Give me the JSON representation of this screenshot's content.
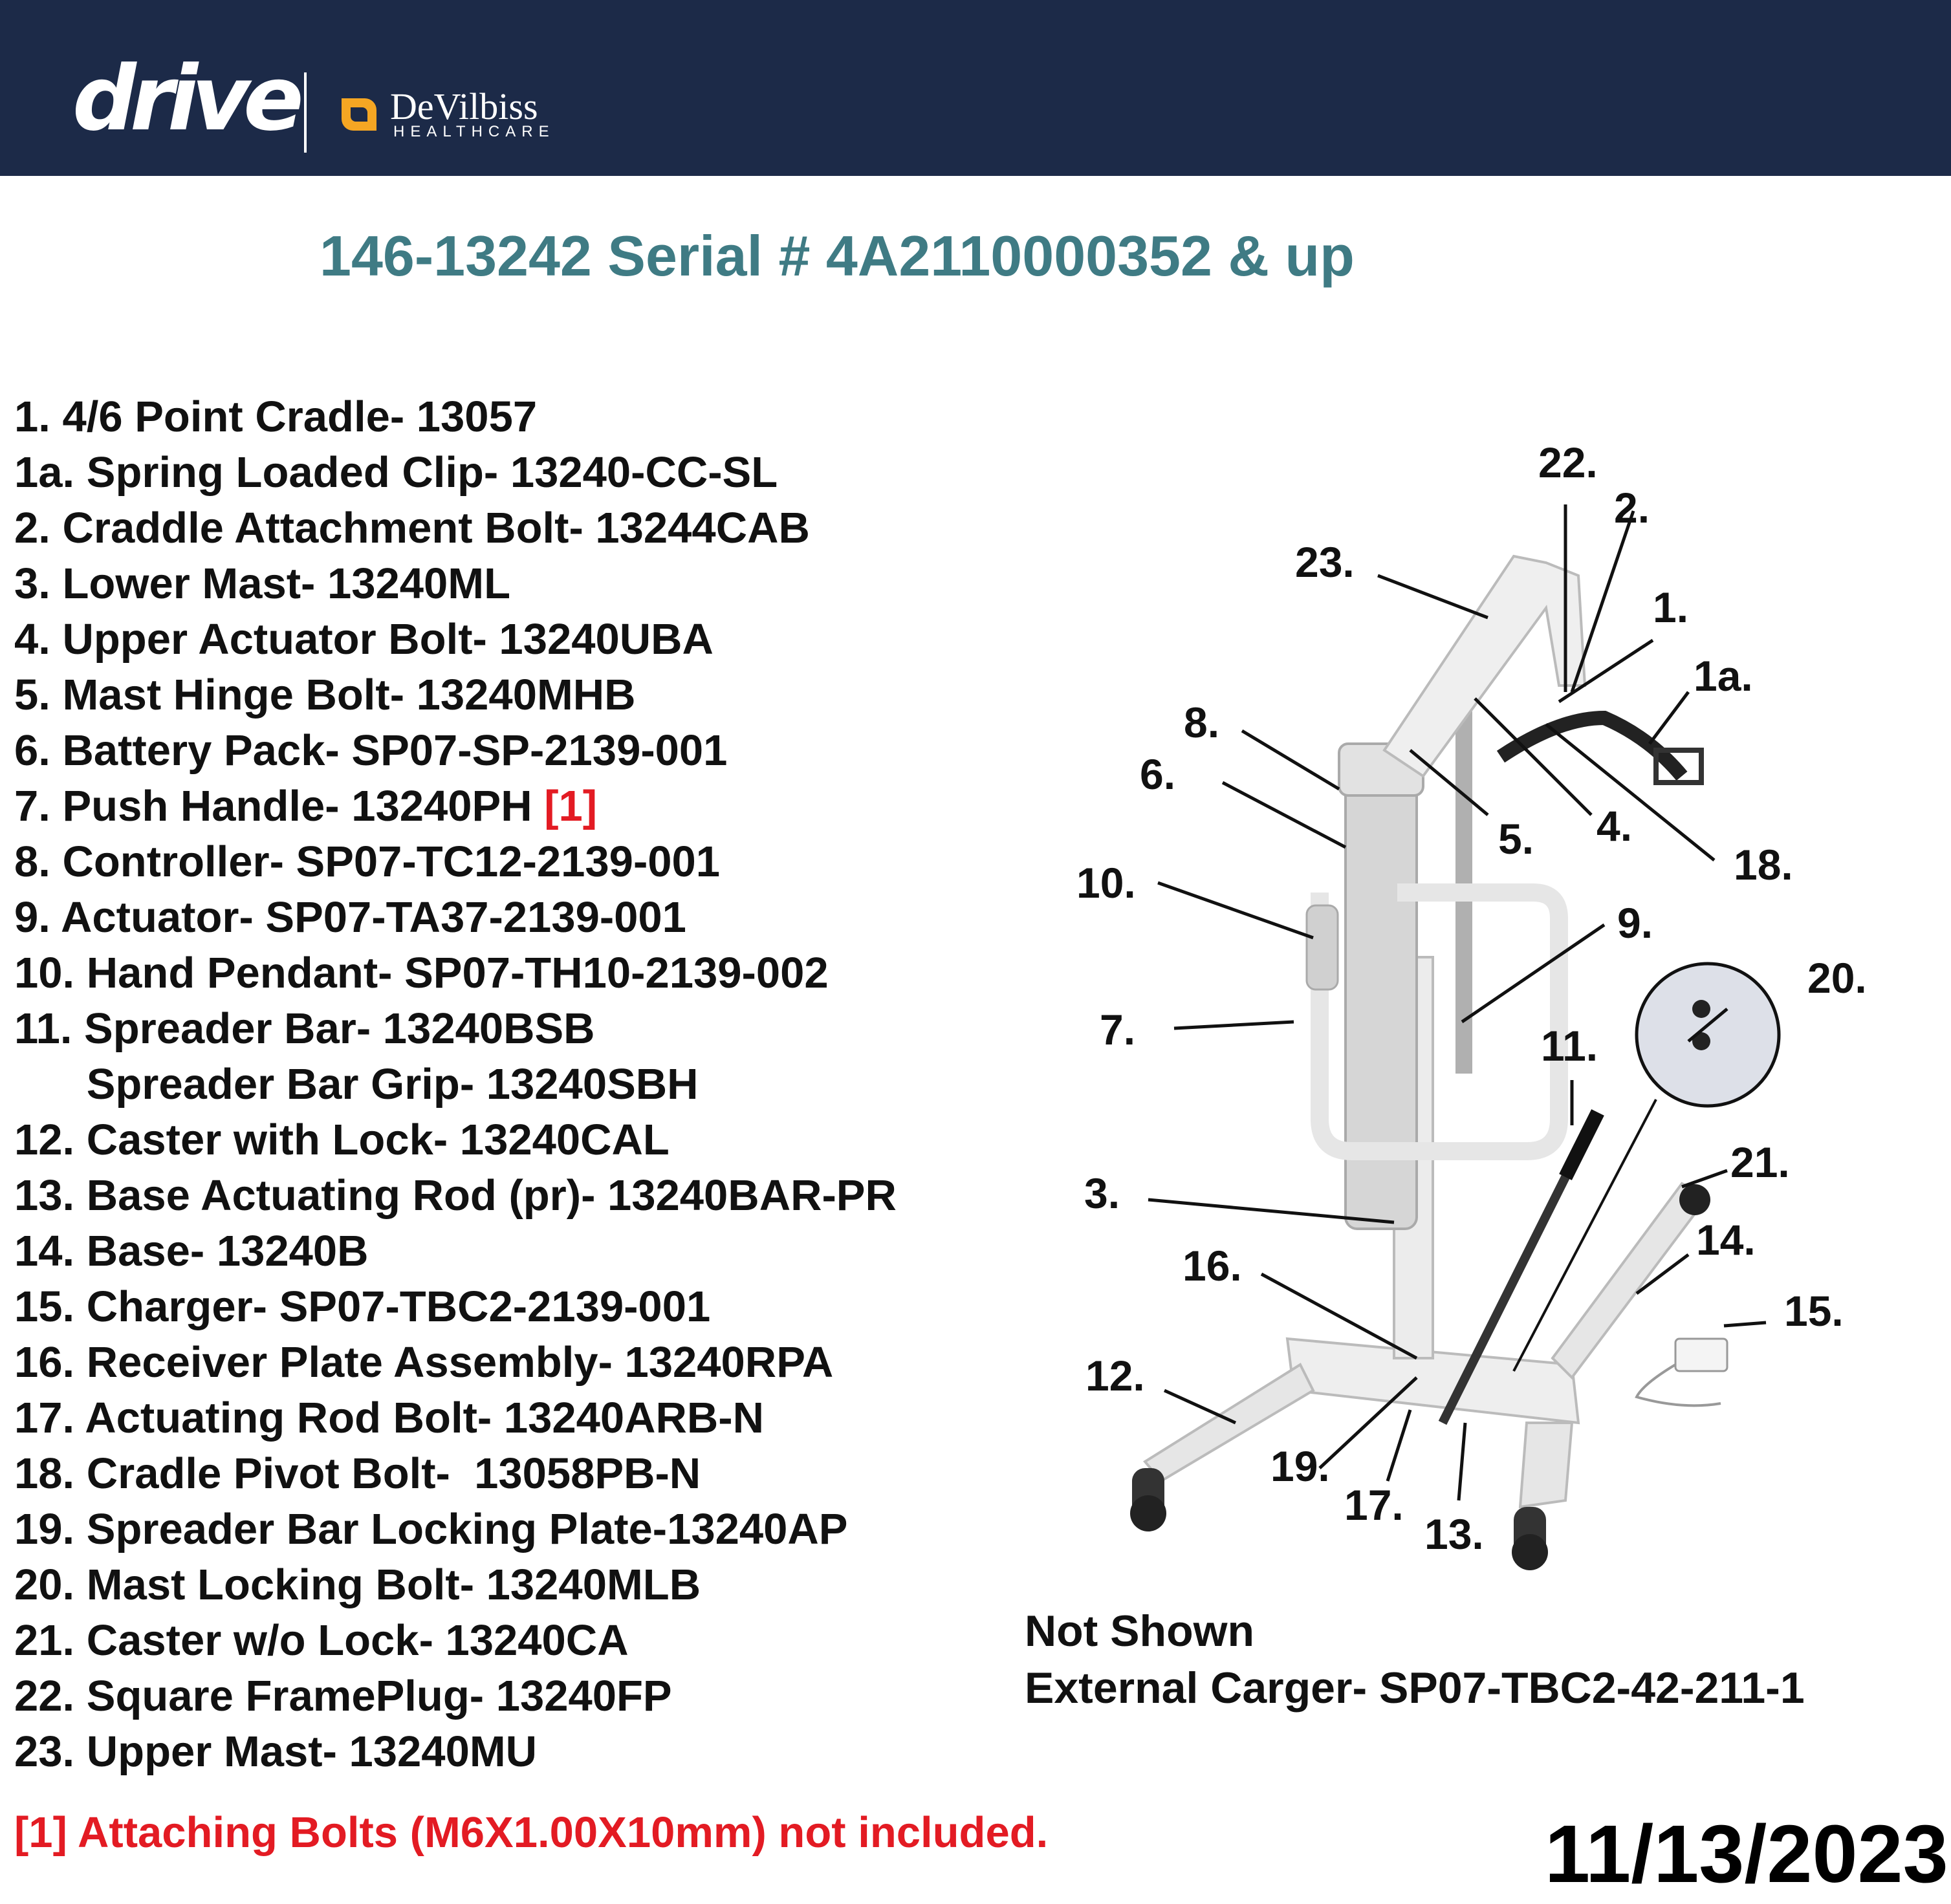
{
  "header": {
    "brand_primary": "drive",
    "brand_secondary": "DeVilbiss",
    "brand_secondary_sub": "HEALTHCARE",
    "background_color": "#1c2a48",
    "accent_color": "#f5a623"
  },
  "title": "146-13242 Serial # 4A2110000352 & up",
  "parts": [
    {
      "text": "1. 4/6 Point Cradle- 13057",
      "ref": ""
    },
    {
      "text": "1a. Spring Loaded Clip- 13240-CC-SL",
      "ref": ""
    },
    {
      "text": "2. Craddle Attachment Bolt- 13244CAB",
      "ref": ""
    },
    {
      "text": "3. Lower Mast- 13240ML",
      "ref": ""
    },
    {
      "text": "4. Upper Actuator Bolt- 13240UBA",
      "ref": ""
    },
    {
      "text": "5. Mast Hinge Bolt- 13240MHB",
      "ref": ""
    },
    {
      "text": "6. Battery Pack- SP07-SP-2139-001",
      "ref": ""
    },
    {
      "text": "7. Push Handle- 13240PH ",
      "ref": "[1]"
    },
    {
      "text": "8. Controller- SP07-TC12-2139-001",
      "ref": ""
    },
    {
      "text": "9. Actuator- SP07-TA37-2139-001",
      "ref": ""
    },
    {
      "text": "10. Hand Pendant- SP07-TH10-2139-002",
      "ref": ""
    },
    {
      "text": "11. Spreader Bar- 13240BSB",
      "ref": ""
    },
    {
      "text": "      Spreader Bar Grip- 13240SBH",
      "ref": ""
    },
    {
      "text": "12. Caster with Lock- 13240CAL",
      "ref": ""
    },
    {
      "text": "13. Base Actuating Rod (pr)- 13240BAR-PR",
      "ref": ""
    },
    {
      "text": "14. Base- 13240B",
      "ref": ""
    },
    {
      "text": "15. Charger- SP07-TBC2-2139-001",
      "ref": ""
    },
    {
      "text": "16. Receiver Plate Assembly- 13240RPA",
      "ref": ""
    },
    {
      "text": "17. Actuating Rod Bolt- 13240ARB-N",
      "ref": ""
    },
    {
      "text": "18. Cradle Pivot Bolt-  13058PB-N",
      "ref": ""
    },
    {
      "text": "19. Spreader Bar Locking Plate-13240AP",
      "ref": ""
    },
    {
      "text": "20. Mast Locking Bolt- 13240MLB",
      "ref": ""
    },
    {
      "text": "21. Caster w/o Lock- 13240CA",
      "ref": ""
    },
    {
      "text": "22. Square FramePlug- 13240FP",
      "ref": ""
    },
    {
      "text": "23. Upper Mast- 13240MU",
      "ref": ""
    }
  ],
  "diagram": {
    "callouts": [
      "22.",
      "2.",
      "23.",
      "1.",
      "1a.",
      "8.",
      "6.",
      "5.",
      "4.",
      "18.",
      "10.",
      "9.",
      "20.",
      "7.",
      "11.",
      "21.",
      "3.",
      "14.",
      "16.",
      "15.",
      "12.",
      "19.",
      "17.",
      "13."
    ]
  },
  "not_shown": {
    "heading": "Not Shown",
    "item": "External Carger- SP07-TBC2-42-211-1"
  },
  "footnote": "[1] Attaching Bolts (M6X1.00X10mm) not included.",
  "date": "11/13/2023",
  "colors": {
    "title": "#3f7b84",
    "footnote": "#e31b23"
  }
}
